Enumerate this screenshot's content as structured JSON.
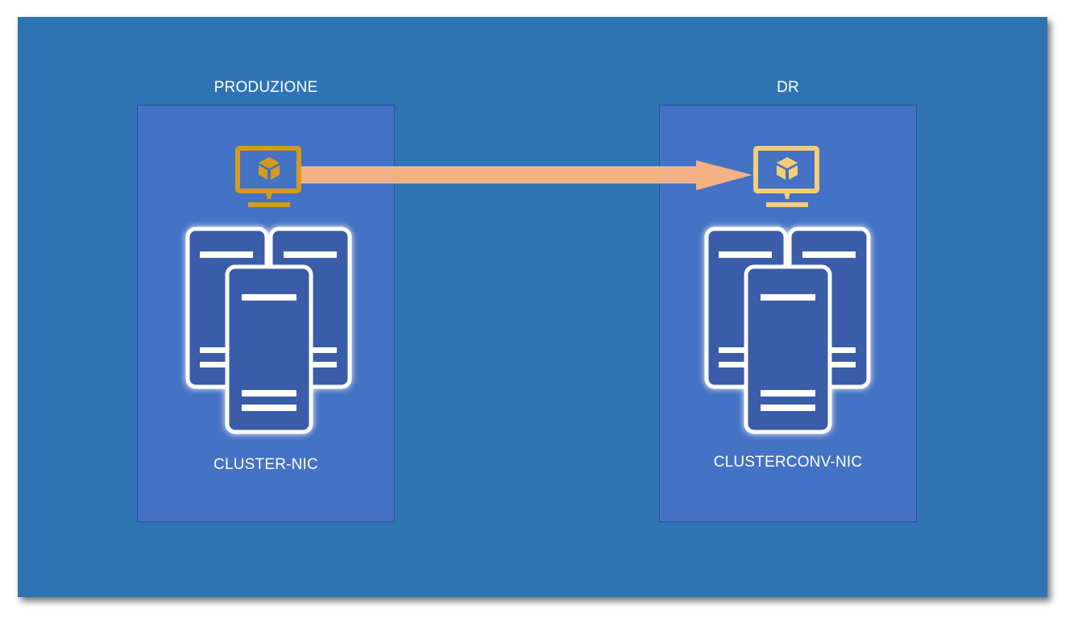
{
  "sites": [
    {
      "title": "PRODUZIONE",
      "cluster_name": "CLUSTER-NIC",
      "vm_icon": "virtual-machine-monitor-icon",
      "vm_color": "#d59b1e"
    },
    {
      "title": "DR",
      "cluster_name": "CLUSTERCONV-NIC",
      "vm_icon": "virtual-machine-monitor-icon",
      "vm_color": "#f3cd78"
    }
  ],
  "arrow": {
    "from": "PRODUZIONE",
    "to": "DR",
    "color": "#f4b183"
  },
  "colors": {
    "slide_background": "#2e74b5",
    "site_box": "#4472c4",
    "server_fill": "#3a5ca8",
    "server_outline": "#ffffff"
  }
}
